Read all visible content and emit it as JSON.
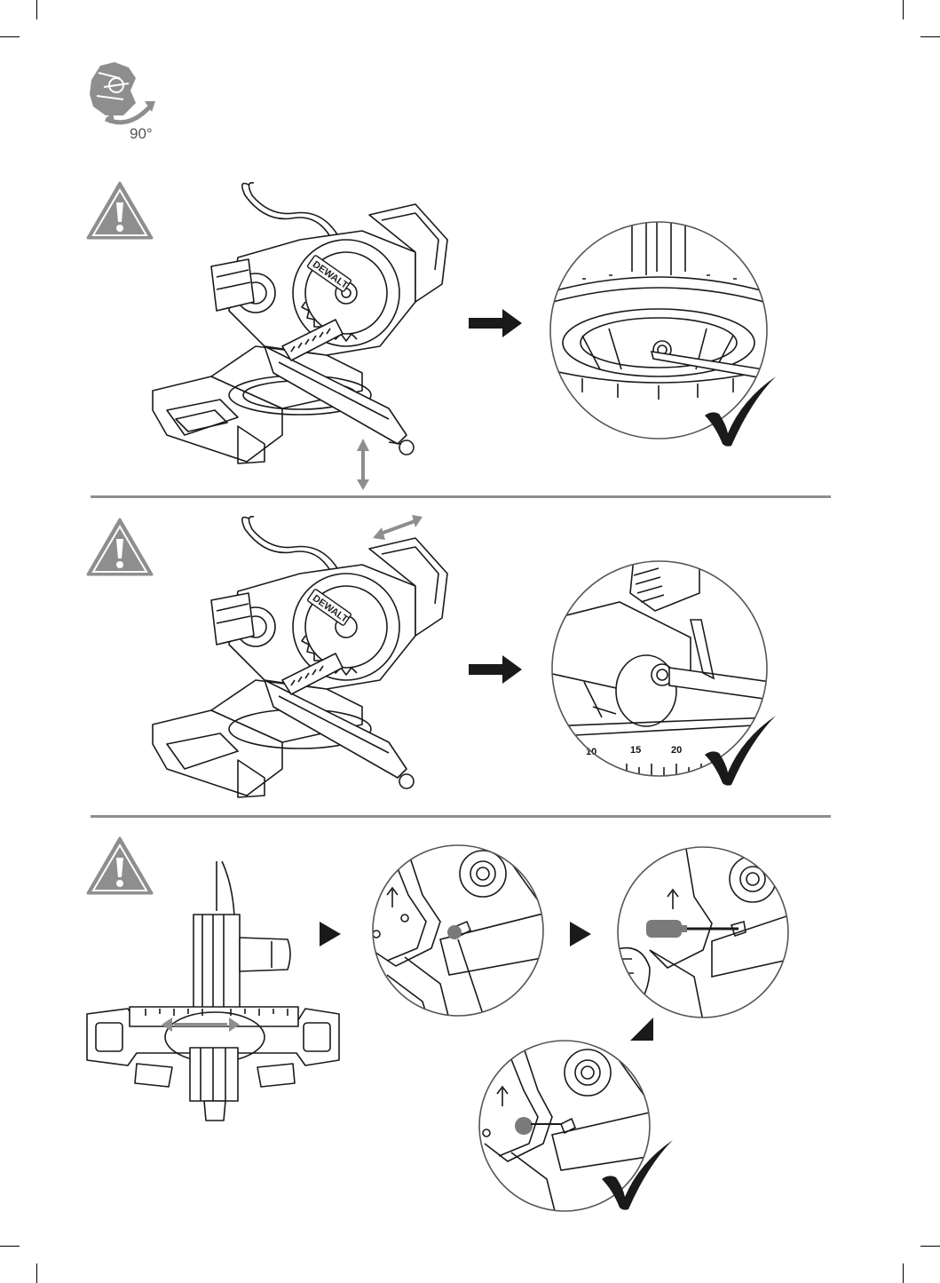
{
  "header": {
    "angle_label": "90°",
    "icon": "miter-saw-rotation-icon"
  },
  "steps": [
    {
      "id": 1,
      "warning_icon": "warning-triangle-icon",
      "brand_label": "DEWALT",
      "zoom_detail": "bevel-lock-wrench-detail",
      "result_icon": "checkmark-icon"
    },
    {
      "id": 2,
      "warning_icon": "warning-triangle-icon",
      "brand_label": "DEWALT",
      "zoom_detail": "rail-lock-wrench-detail",
      "scale_labels": [
        "10",
        "15",
        "20"
      ],
      "result_icon": "checkmark-icon"
    },
    {
      "id": 3,
      "warning_icon": "warning-triangle-icon",
      "zoom_details": [
        "stop-screw-detail",
        "screwdriver-adjust-detail",
        "stop-screw-set-detail"
      ],
      "result_icon": "checkmark-icon"
    }
  ],
  "colors": {
    "line": "#1a1a1a",
    "warning_fill": "#8e8e8e",
    "divider": "#8e8e8e",
    "highlight": "#7a7a7a"
  }
}
